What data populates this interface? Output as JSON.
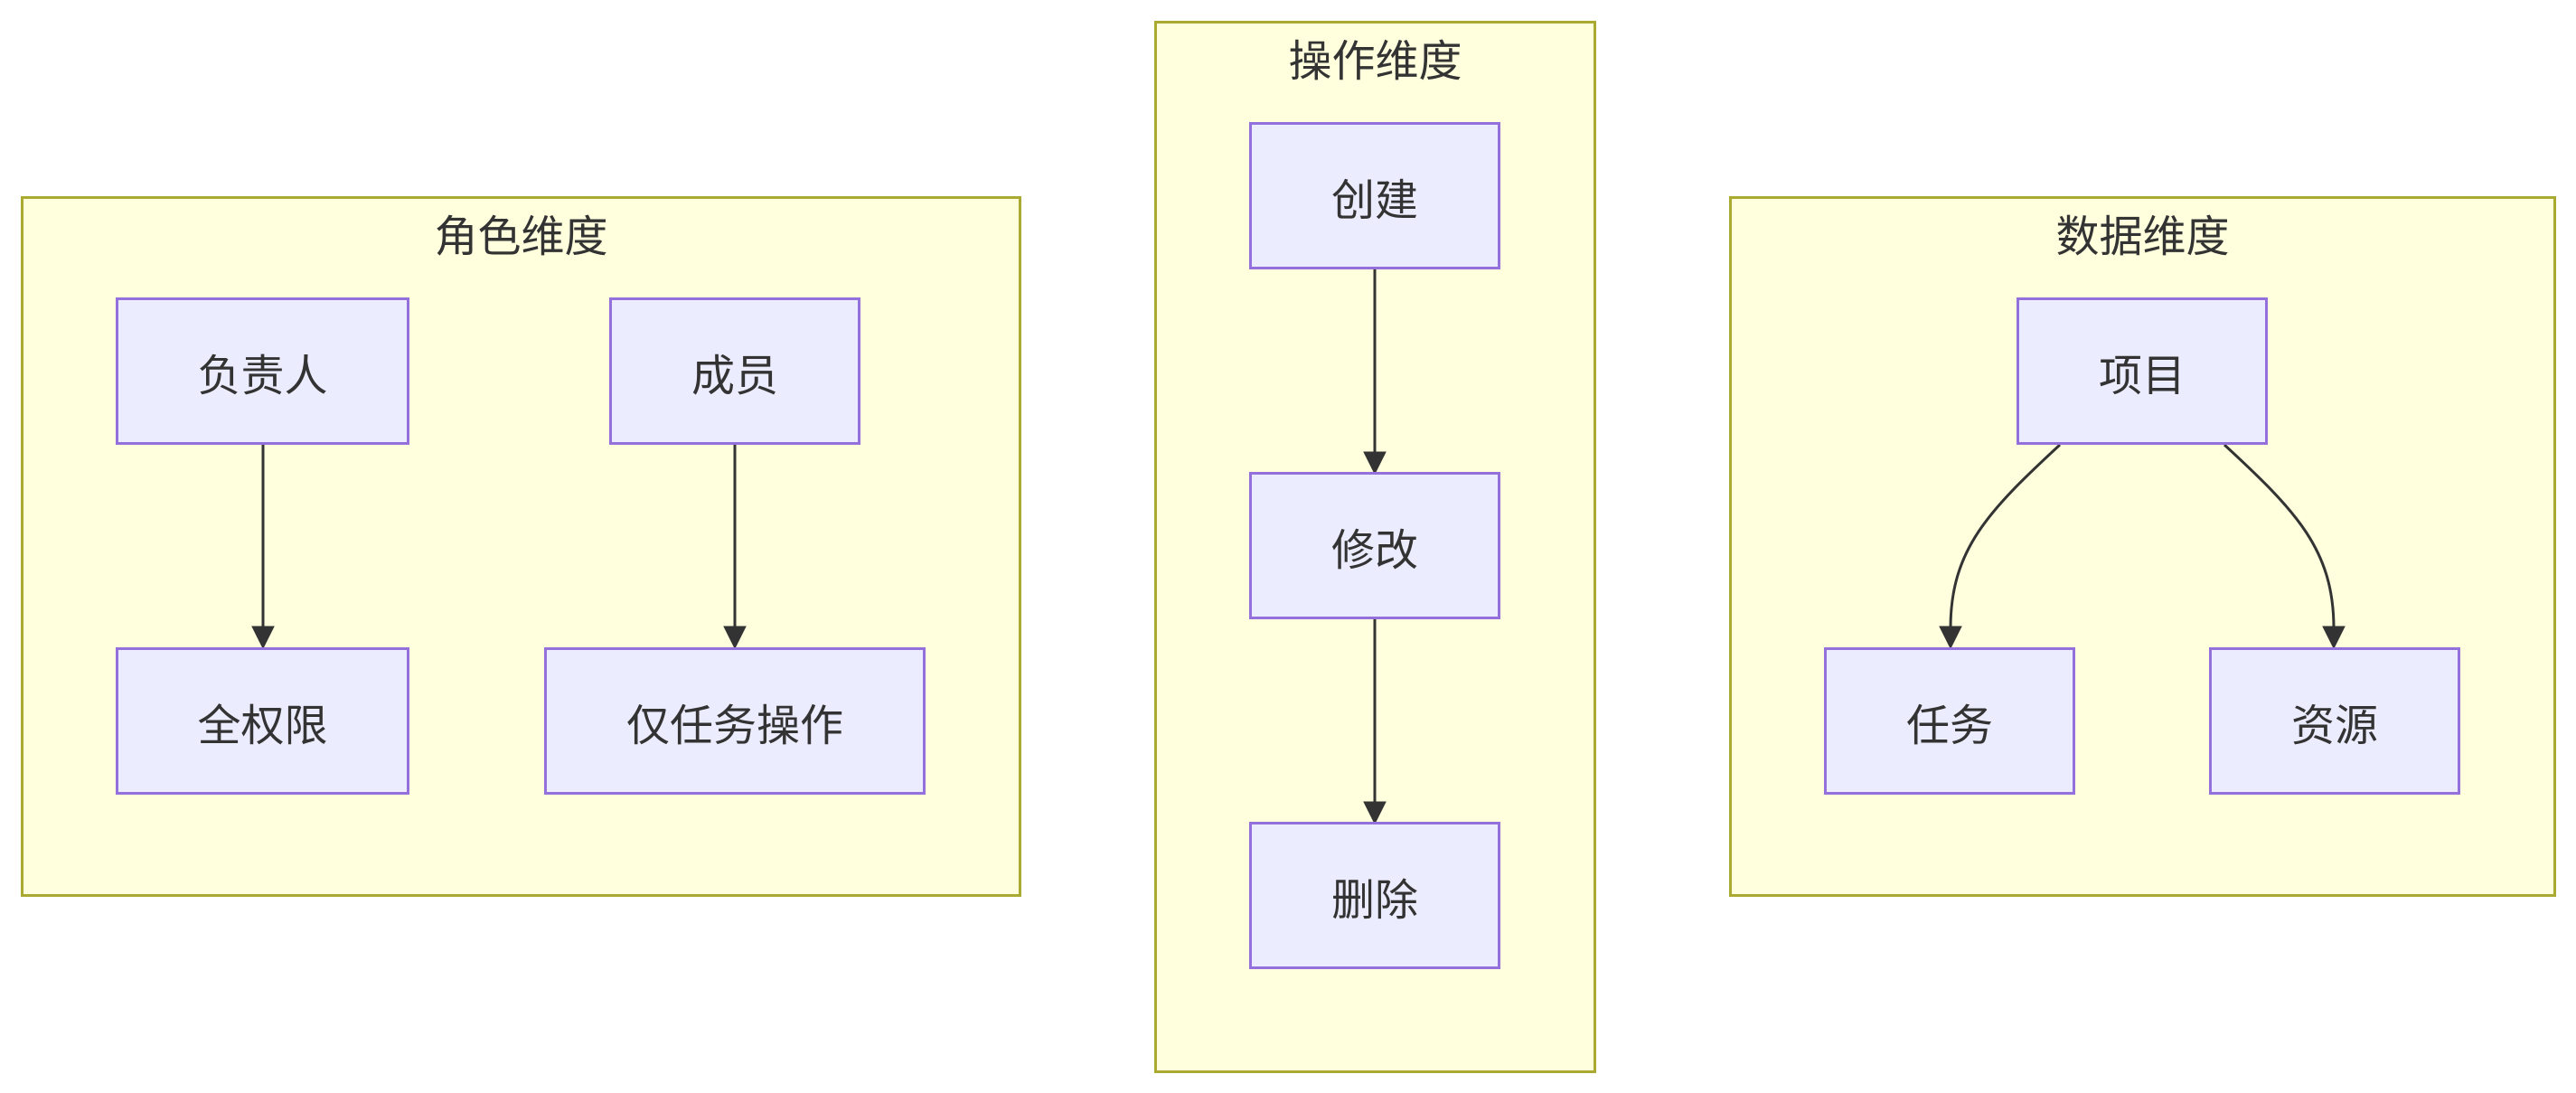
{
  "colors": {
    "cluster_fill": "#ffffde",
    "cluster_border": "#aaaa33",
    "node_fill": "#ececff",
    "node_border": "#9370db",
    "text": "#333333",
    "edge": "#333333"
  },
  "clusters": [
    {
      "id": "role",
      "title": "角色维度"
    },
    {
      "id": "operation",
      "title": "操作维度"
    },
    {
      "id": "data",
      "title": "数据维度"
    }
  ],
  "nodes": {
    "owner": "负责人",
    "member": "成员",
    "full_permission": "全权限",
    "task_ops_only": "仅任务操作",
    "create": "创建",
    "modify": "修改",
    "delete": "删除",
    "project": "项目",
    "task": "任务",
    "resource": "资源"
  },
  "edges": [
    {
      "from": "负责人",
      "to": "全权限"
    },
    {
      "from": "成员",
      "to": "仅任务操作"
    },
    {
      "from": "创建",
      "to": "修改"
    },
    {
      "from": "修改",
      "to": "删除"
    },
    {
      "from": "项目",
      "to": "任务"
    },
    {
      "from": "项目",
      "to": "资源"
    }
  ]
}
